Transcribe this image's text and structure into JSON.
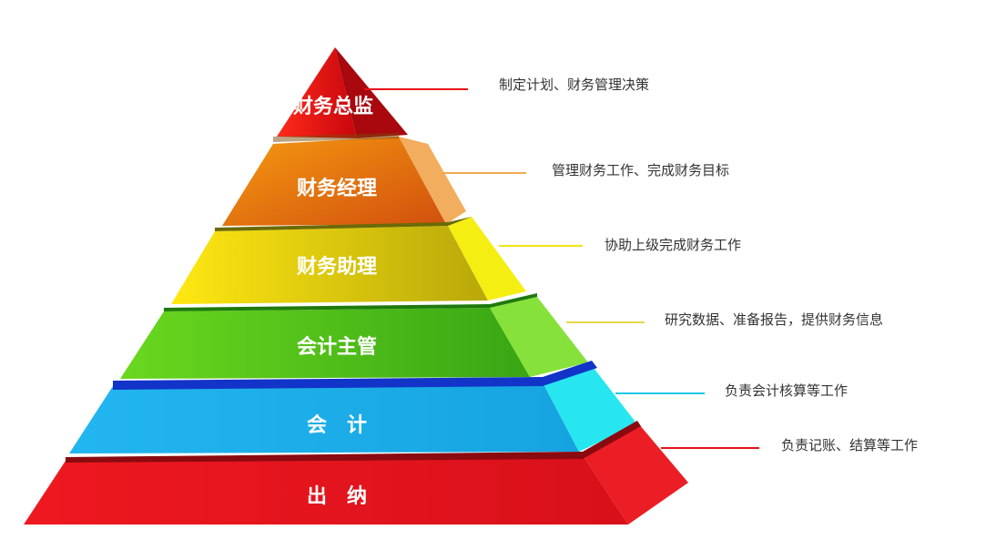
{
  "levels": [
    {
      "name": "财务总监",
      "desc": "制定计划、财务管理决策",
      "color": "#e8121a",
      "line_color": "#e8121a"
    },
    {
      "name": "财务经理",
      "desc": "管理财务工作、完成财务目标",
      "color": "#f08a12",
      "line_color": "#f2a950"
    },
    {
      "name": "财务助理",
      "desc": "协助上级完成财务工作",
      "color": "#f2e40e",
      "line_color": "#f2e40e"
    },
    {
      "name": "会计主管",
      "desc": "研究数据、准备报告，提供财务信息",
      "color": "#5cc820",
      "line_color": "#e6d84a"
    },
    {
      "name": "会　计",
      "desc": "负责会计核算等工作",
      "color": "#1eb4e6",
      "line_color": "#1ec8e6"
    },
    {
      "name": "出　纳",
      "desc": "负责记账、结算等工作",
      "color": "#e8121a",
      "line_color": "#e8121a"
    }
  ]
}
